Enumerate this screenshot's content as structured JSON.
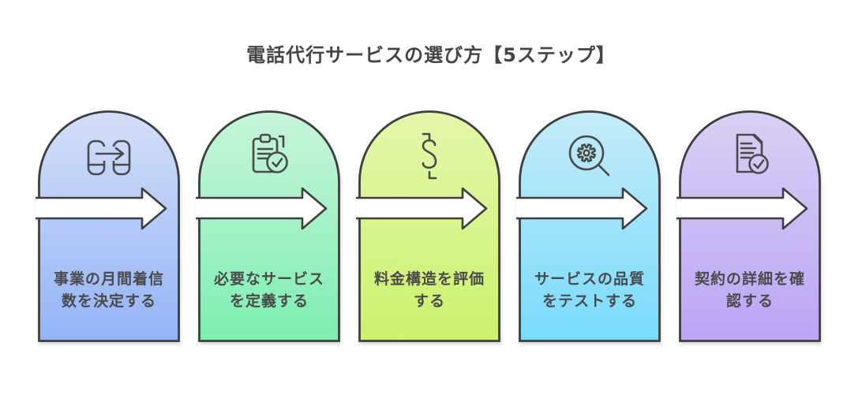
{
  "title": "電話代行サービスの選び方【5ステップ】",
  "colors": {
    "background": "#ffffff",
    "outline": "#3e3e3e",
    "icon_stroke": "#4a4a4a",
    "text": "#4a4a4a",
    "title_text": "#454545",
    "arrow_fill": "#ffffff"
  },
  "steps": [
    {
      "order": 1,
      "icon": "device-transfer-icon",
      "line1": "事業の月間着信",
      "line2": "数を決定する",
      "gradient_top": "#d4def8",
      "gradient_bottom": "#93b4f7",
      "icon_bg": "#c6d5f8"
    },
    {
      "order": 2,
      "icon": "clipboard-check-icon",
      "line1": "必要なサービス",
      "line2": "を定義する",
      "gradient_top": "#c7f5da",
      "gradient_bottom": "#7deeb1",
      "icon_bg": "#b7f3d1"
    },
    {
      "order": 3,
      "icon": "dollar-sign-icon",
      "line1": "料金構造を評価",
      "line2": "する",
      "gradient_top": "#e4f6ab",
      "gradient_bottom": "#cbf26d",
      "icon_bg": "#ddf59c"
    },
    {
      "order": 4,
      "icon": "magnifier-gear-icon",
      "line1": "サービスの品質",
      "line2": "をテストする",
      "gradient_top": "#c5ebf8",
      "gradient_bottom": "#77dbfc",
      "icon_bg": "#b4e7f9"
    },
    {
      "order": 5,
      "icon": "document-check-icon",
      "line1": "契約の詳細を確",
      "line2": "認する",
      "gradient_top": "#d8d0f3",
      "gradient_bottom": "#bca4f6",
      "icon_bg": "#d2c6f4"
    }
  ]
}
